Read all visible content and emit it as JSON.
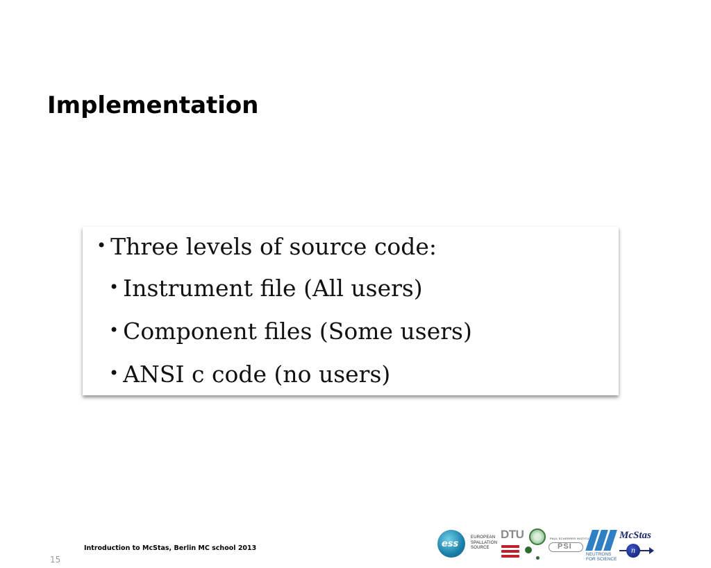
{
  "slide": {
    "title": "Implementation",
    "bullets": [
      {
        "text": "Three levels of source code:",
        "level": 0
      },
      {
        "text": "Instrument file (All users)",
        "level": 1
      },
      {
        "text": "Component files (Some users)",
        "level": 1
      },
      {
        "text": "ANSI c code (no users)",
        "level": 1
      }
    ],
    "bullet_glyph": "•"
  },
  "footer": {
    "text": "Introduction to McStas, Berlin MC school 2013",
    "page_number": "15"
  },
  "logos": {
    "ess": {
      "mark": "ess",
      "line1": "EUROPEAN",
      "line2": "SPALLATION",
      "line3": "SOURCE"
    },
    "dtu": {
      "mark": "DTU"
    },
    "psi": {
      "caption": "PAUL SCHERRER INSTITUT",
      "mark": "PSI"
    },
    "ill": {
      "line1": "NEUTRONS",
      "line2": "FOR SCIENCE"
    },
    "mcstas": {
      "label": "McStas",
      "ball": "n"
    },
    "colors": {
      "ess": "#1a7fa8",
      "dtu_red": "#c0202a",
      "ku_green": "#2e6b2e",
      "ill_blue": "#2f7fc4",
      "mcstas_navy": "#1c2b6e"
    }
  }
}
